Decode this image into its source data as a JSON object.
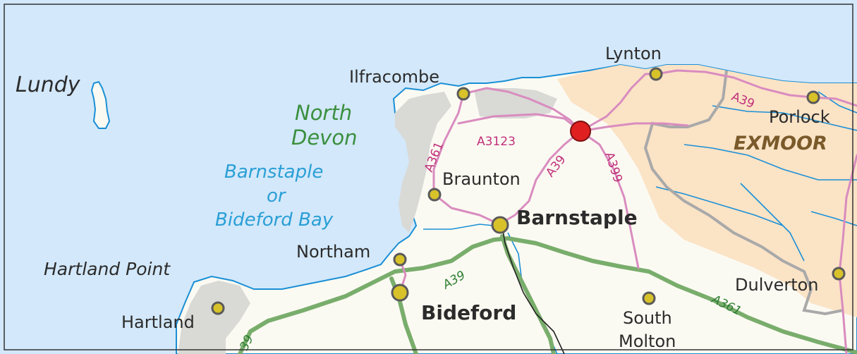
{
  "colors": {
    "sea": "#d3e8fa",
    "land": "#fbfaf2",
    "exmoor": "#fbe3c6",
    "dunes": "#d9d9d6",
    "coast": "#1a8fd6",
    "a_road": "#d98cbf",
    "primary_road": "#79ad6c",
    "marker": "#e02020",
    "town_dot": "#d8c22a"
  },
  "labels": {
    "lundy": "Lundy",
    "north_devon": [
      "North",
      "Devon"
    ],
    "bay": [
      "Barnstaple",
      "or",
      "Bideford Bay"
    ],
    "hartland_point": "Hartland Point",
    "exmoor": "EXMOOR"
  },
  "towns": {
    "lynton": "Lynton",
    "ilfracombe": "Ilfracombe",
    "porlock": "Porlock",
    "braunton": "Braunton",
    "barnstaple": "Barnstaple",
    "northam": "Northam",
    "bideford": "Bideford",
    "hartland": "Hartland",
    "south_molton": [
      "South",
      "Molton"
    ],
    "dulverton": "Dulverton"
  },
  "roads": {
    "a361_north": "A361",
    "a3123": "A3123",
    "a39_north": "A39",
    "a399": "A399",
    "a39_exmoor": "A39",
    "a39_south": "A39",
    "a361_south": "A361",
    "a39_corner": "39"
  }
}
